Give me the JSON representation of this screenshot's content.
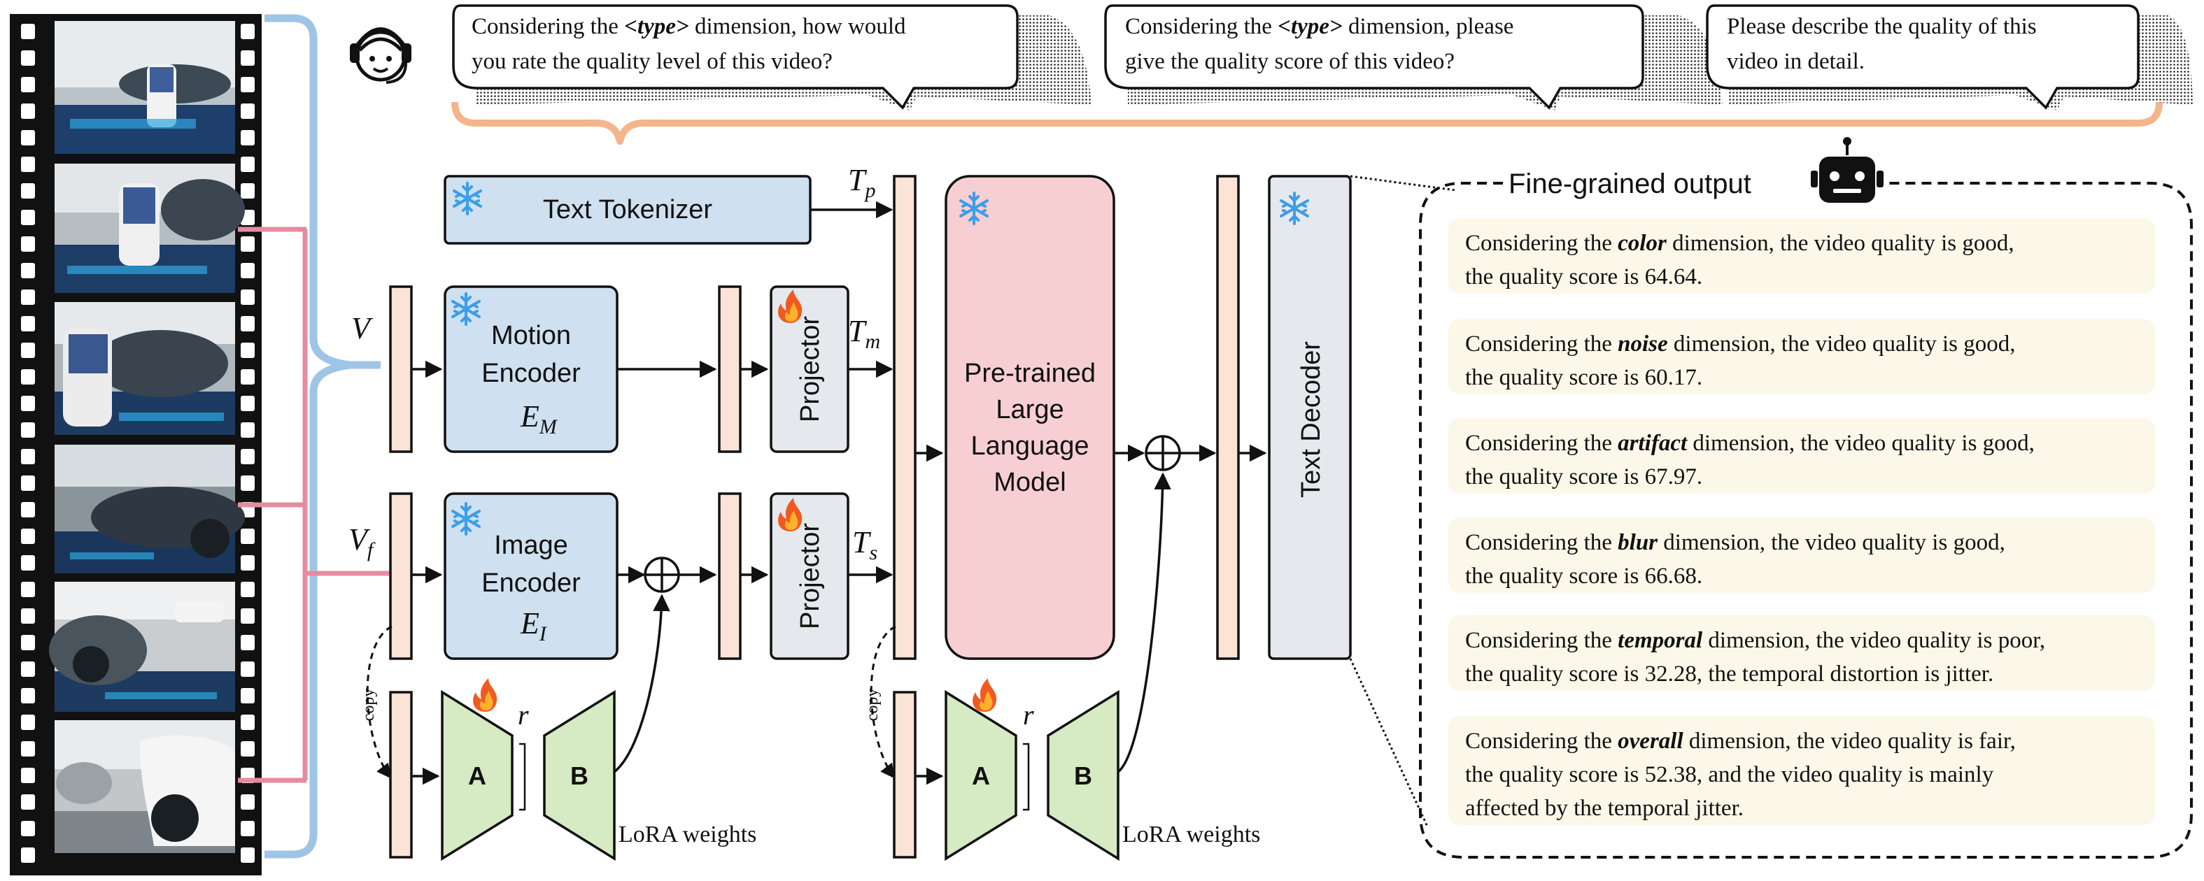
{
  "prompts": [
    {
      "pre": "Considering the ",
      "type": "<type>",
      "post": " dimension, how would",
      "line2": "you rate the quality level of this video?"
    },
    {
      "pre": "Considering the ",
      "type": "<type>",
      "post": " dimension, please",
      "line2": "give the quality score of this video?"
    },
    {
      "line1": "Please describe the quality of this",
      "line2": "video in detail."
    }
  ],
  "modules": {
    "text_tokenizer": "Text Tokenizer",
    "motion_encoder": [
      "Motion",
      "Encoder"
    ],
    "motion_encoder_symbol": {
      "base": "E",
      "sub": "M"
    },
    "image_encoder": [
      "Image",
      "Encoder"
    ],
    "image_encoder_symbol": {
      "base": "E",
      "sub": "I"
    },
    "projector": "Projector",
    "llm": [
      "Pre-trained",
      "Large",
      "Language",
      "Model"
    ],
    "text_decoder": "Text Decoder"
  },
  "symbols": {
    "V": "V",
    "Vf": {
      "base": "V",
      "sub": "f"
    },
    "Tp": {
      "base": "T",
      "sub": "p"
    },
    "Tm": {
      "base": "T",
      "sub": "m"
    },
    "Ts": {
      "base": "T",
      "sub": "s"
    },
    "r": "r"
  },
  "lora": {
    "a": "A",
    "b": "B",
    "label": "LoRA weights",
    "copy": "copy"
  },
  "output": {
    "title": "Fine-grained output",
    "items": [
      {
        "pre": "Considering the ",
        "dim": "color",
        "post": " dimension, the video quality is good,",
        "lines": [
          "the quality score is 64.64."
        ]
      },
      {
        "pre": "Considering the ",
        "dim": "noise",
        "post": " dimension, the video quality is good,",
        "lines": [
          "the quality score is 60.17."
        ]
      },
      {
        "pre": "Considering the ",
        "dim": "artifact",
        "post": " dimension, the video quality is good,",
        "lines": [
          "the quality score is 67.97."
        ]
      },
      {
        "pre": "Considering the ",
        "dim": "blur",
        "post": " dimension, the video quality is good,",
        "lines": [
          "the quality score is 66.68."
        ]
      },
      {
        "pre": "Considering the ",
        "dim": "temporal",
        "post": " dimension, the video quality is poor,",
        "lines": [
          "the quality score is 32.28, the temporal distortion is jitter."
        ]
      },
      {
        "pre": "Considering the ",
        "dim": "overall",
        "post": " dimension, the video quality is fair,",
        "lines": [
          "the quality score is 52.38, and the video quality is mainly",
          "affected by the temporal jitter."
        ]
      }
    ]
  },
  "icons": {
    "user": "headset-user-icon",
    "robot": "robot-icon",
    "frozen": "snowflake-icon",
    "trainable": "fire-icon",
    "add": "circle-plus-icon"
  },
  "colors": {
    "encoder_fill": "#cfe0f0",
    "feature_fill": "#fbe3d6",
    "llm_fill": "#f7cfd2",
    "projector_fill": "#e5e8ec",
    "lora_fill": "#d6eac3",
    "output_fill": "#fbf8e9",
    "brace_blue": "#9fc5e6",
    "brace_orange": "#f3b58a",
    "pink_line": "#e78ba0"
  }
}
